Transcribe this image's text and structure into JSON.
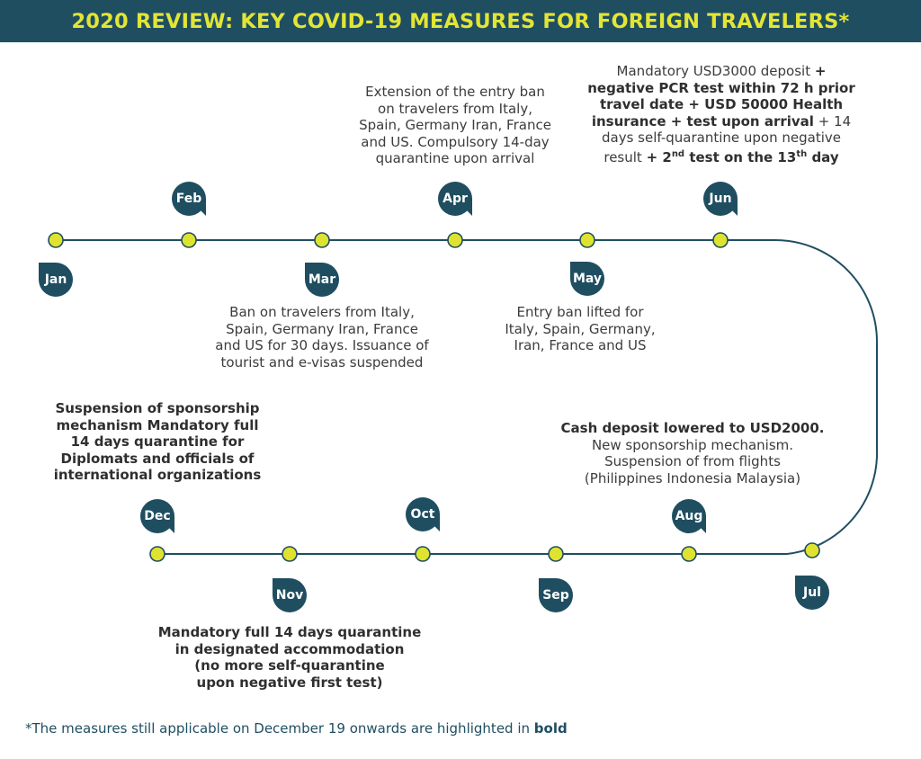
{
  "header": {
    "title": "2020 REVIEW: KEY COVID-19 MEASURES FOR FOREIGN TRAVELERS*"
  },
  "colors": {
    "header_bg": "#1f4e61",
    "title": "#e2e535",
    "marker": "#1f4e61",
    "dot_fill": "#dfe330",
    "line": "#1f4e61"
  },
  "months": {
    "jan": "Jan",
    "feb": "Feb",
    "mar": "Mar",
    "apr": "Apr",
    "may": "May",
    "jun": "Jun",
    "jul": "Jul",
    "aug": "Aug",
    "sep": "Sep",
    "oct": "Oct",
    "nov": "Nov",
    "dec": "Dec"
  },
  "notes": {
    "mar": {
      "l1": "Ban on travelers from Italy,",
      "l2": "Spain, Germany Iran, France",
      "l3": "and US for 30 days. Issuance of",
      "l4": "tourist and e-visas suspended"
    },
    "apr": {
      "l1": "Extension of the entry ban",
      "l2": "on travelers from Italy,",
      "l3": "Spain, Germany Iran, France",
      "l4": "and US. Compulsory 14-day",
      "l5": "quarantine upon arrival"
    },
    "may": {
      "l1": "Entry ban lifted for",
      "l2": "Italy, Spain, Germany,",
      "l3": "Iran, France and US"
    },
    "jun": {
      "l1a": "Mandatory USD3000 deposit ",
      "l1b": "+",
      "l2": "negative PCR test within 72 h prior",
      "l3": "travel date + USD 50000 Health",
      "l4a": "insurance + test upon arrival",
      "l4b": " + 14",
      "l5": "days self-quarantine upon negative",
      "l6a": "result ",
      "l6b": "+ 2",
      "l6c": "nd",
      "l6d": " test on the 13",
      "l6e": "th",
      "l6f": " day"
    },
    "aug": {
      "l1": "Cash deposit lowered to USD2000.",
      "l2": "New sponsorship mechanism.",
      "l3": "Suspension of from flights",
      "l4": "(Philippines Indonesia Malaysia)"
    },
    "nov": {
      "l1": "Mandatory full 14 days quarantine",
      "l2": "in designated accommodation",
      "l3": "(no more self-quarantine",
      "l4": "upon negative first test)"
    },
    "dec": {
      "l1": "Suspension of sponsorship",
      "l2": "mechanism Mandatory full",
      "l3": "14 days quarantine for",
      "l4": "Diplomats and officials of",
      "l5": "international organizations"
    }
  },
  "footnote": {
    "text": "*The measures still applicable on December 19 onwards are highlighted in ",
    "bold": "bold"
  }
}
